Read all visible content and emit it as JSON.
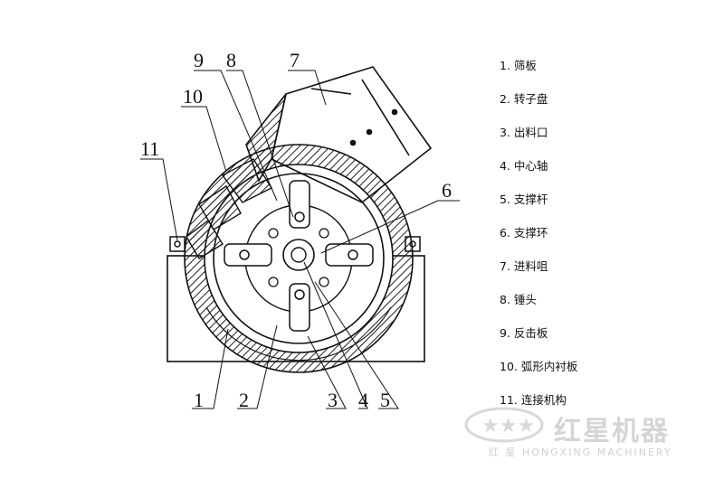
{
  "diagram": {
    "callouts": [
      "1",
      "2",
      "3",
      "4",
      "5",
      "6",
      "7",
      "8",
      "9",
      "10",
      "11"
    ]
  },
  "legend": {
    "items": [
      "1. 筛板",
      "2. 转子盘",
      "3. 出料口",
      "4. 中心轴",
      "5. 支撑杆",
      "6. 支撑环",
      "7. 进料咀",
      "8. 锤头",
      "9. 反击板",
      "10. 弧形内衬板",
      "11. 连接机构"
    ]
  },
  "watermark": {
    "brand_cn": "红星机器",
    "brand_en": "红    星  HONGXING MACHINERY"
  }
}
